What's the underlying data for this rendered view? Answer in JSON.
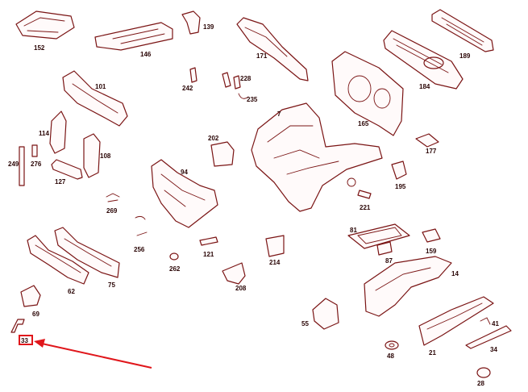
{
  "callouts": {
    "p152": "152",
    "p146": "146",
    "p139": "139",
    "p171": "171",
    "p189": "189",
    "p184": "184",
    "p165": "165",
    "p101": "101",
    "p242": "242",
    "p228": "228",
    "p235": "235",
    "p7": "7",
    "p114": "114",
    "p249": "249",
    "p276": "276",
    "p108": "108",
    "p127": "127",
    "p202": "202",
    "p177": "177",
    "p94": "94",
    "p195": "195",
    "p221": "221",
    "p269": "269",
    "p81": "81",
    "p256": "256",
    "p87": "87",
    "p159": "159",
    "p121": "121",
    "p214": "214",
    "p262": "262",
    "p14": "14",
    "p208": "208",
    "p62": "62",
    "p75": "75",
    "p69": "69",
    "p55": "55",
    "p41": "41",
    "p33": "33",
    "p48": "48",
    "p21": "21",
    "p34": "34",
    "p28": "28"
  },
  "highlight": {
    "color": "#e0161b",
    "target": "p33"
  }
}
